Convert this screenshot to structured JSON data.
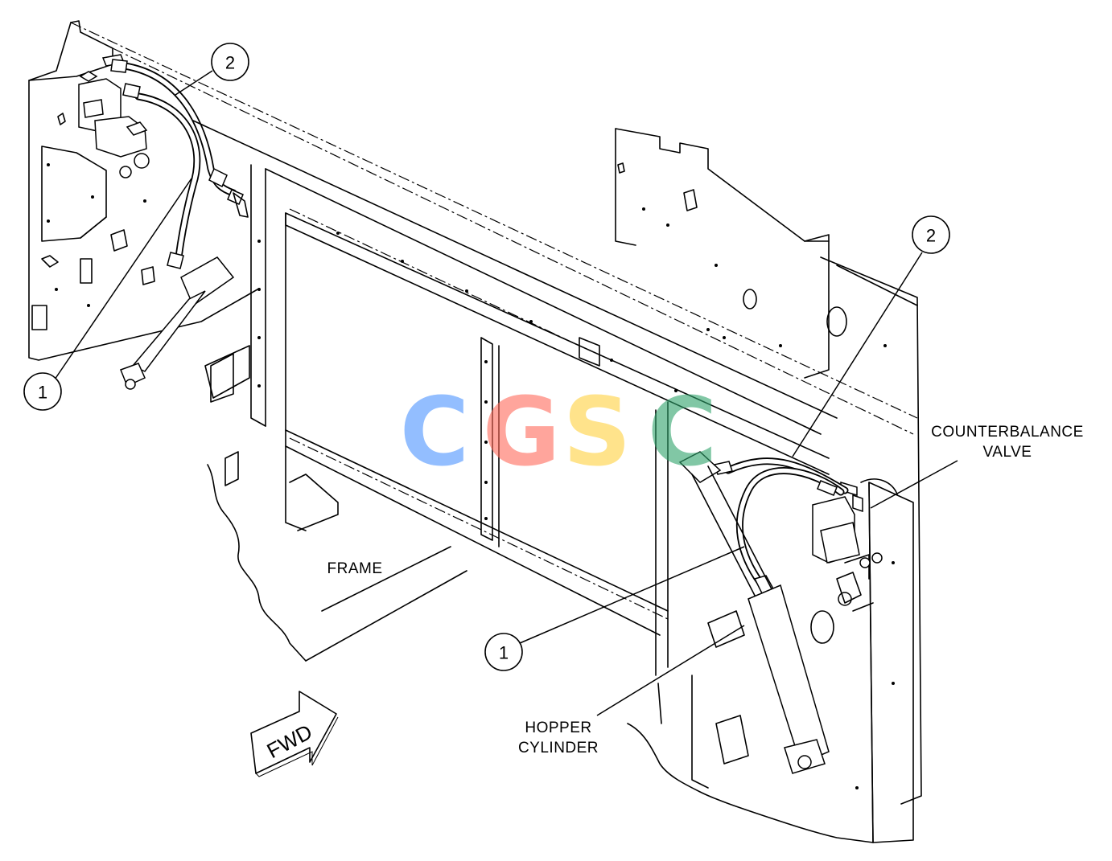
{
  "diagram": {
    "labels": {
      "frame": "FRAME",
      "hopper_cylinder_line1": "HOPPER",
      "hopper_cylinder_line2": "CYLINDER",
      "counterbalance_valve_line1": "COUNTERBALANCE",
      "counterbalance_valve_line2": "VALVE",
      "fwd": "FWD"
    },
    "callouts": {
      "left_one": "1",
      "left_two": "2",
      "right_one": "1",
      "right_two": "2"
    },
    "watermark": {
      "letters": [
        "C",
        "G",
        "S",
        "C"
      ],
      "colors": [
        "#4d94ff",
        "#ff6b5b",
        "#ffd23f",
        "#2ea36b"
      ]
    }
  }
}
